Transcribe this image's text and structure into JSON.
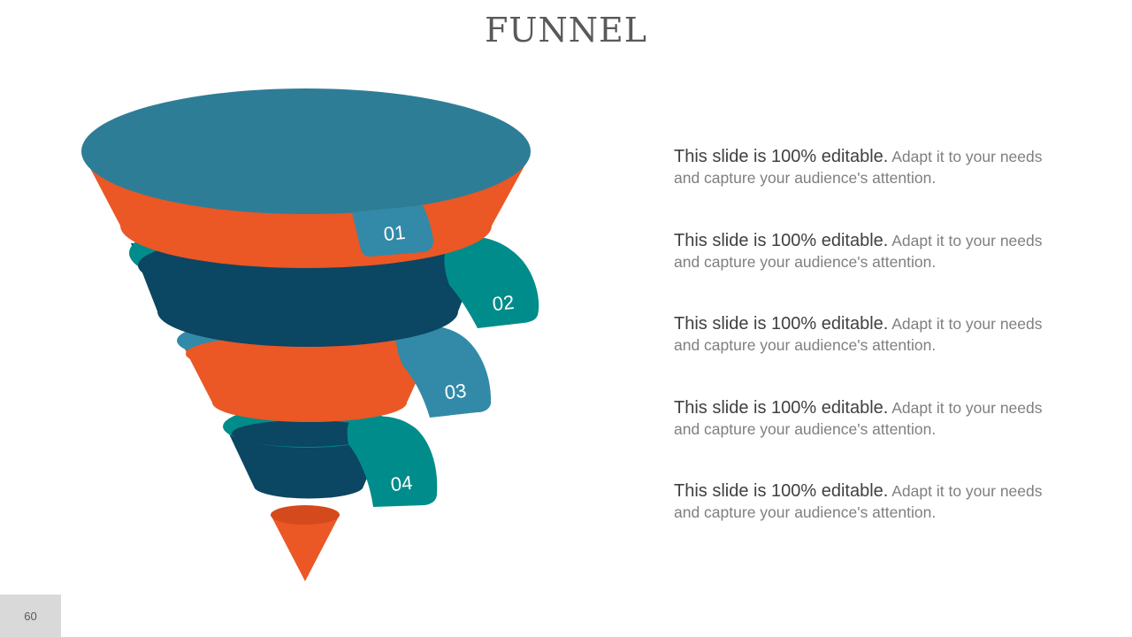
{
  "slide": {
    "title": "FUNNEL",
    "page_number": "60"
  },
  "funnel": {
    "tags": [
      "01",
      "02",
      "03",
      "04"
    ],
    "colors": {
      "top_disc": "#2e7d96",
      "orange": "#eb5725",
      "teal": "#008c8a",
      "navy": "#0b4662",
      "steel_blue": "#328aa8",
      "tip_top": "#d44a1c"
    }
  },
  "items": [
    {
      "lead": "This slide is 100% editable.",
      "rest": " Adapt it to your needs and capture your audience's attention."
    },
    {
      "lead": "This slide is 100% editable.",
      "rest": " Adapt it to your needs and capture your audience's attention."
    },
    {
      "lead": "This slide is 100% editable.",
      "rest": " Adapt it to your needs and capture your audience's attention."
    },
    {
      "lead": "This slide is 100% editable.",
      "rest": " Adapt it to your needs and capture your audience's attention."
    },
    {
      "lead": "This slide is 100% editable.",
      "rest": " Adapt it to your needs and capture your audience's attention."
    }
  ]
}
